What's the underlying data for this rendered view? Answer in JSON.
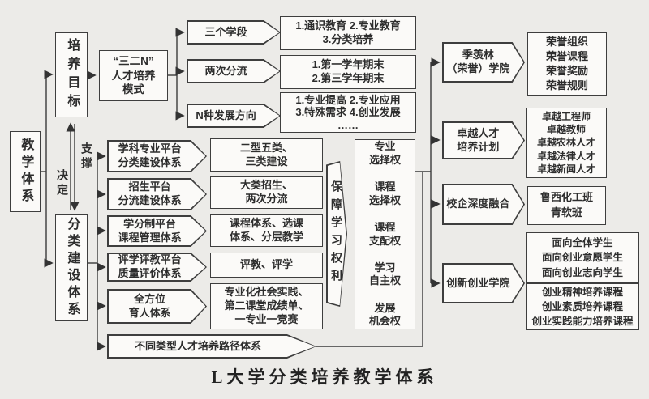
{
  "caption": "L大学分类培养教学体系",
  "colors": {
    "border": "#3e3e3e",
    "background": "#ecebe8",
    "node_fill": "#fbfaf8"
  },
  "root": {
    "label": "教学体系"
  },
  "left": {
    "goal": "培养目标",
    "class_system": "分类建设体系",
    "support_label": "支撑",
    "determine_label": "决定"
  },
  "top": {
    "mode": "“三二N”\n人才培养\n模式",
    "branches": [
      {
        "label": "三个学段",
        "detail": "1.通识教育  2.专业教育\n3.分类培养"
      },
      {
        "label": "两次分流",
        "detail": "1.第一学年期末\n2.第三学年期末"
      },
      {
        "label": "N种发展方向",
        "detail": "1.专业提高  2.专业应用\n3.特殊需求  4.创业发展\n……"
      }
    ]
  },
  "middle": {
    "platforms": [
      {
        "label": "学科专业平台\n分类建设体系",
        "detail": "二型五类、\n三类建设"
      },
      {
        "label": "招生平台\n分流建设体系",
        "detail": "大类招生、\n两次分流"
      },
      {
        "label": "学分制平台\n课程管理体系",
        "detail": "课程体系、选课\n体系、分层教学"
      },
      {
        "label": "评学评教平台\n质量评价体系",
        "detail": "评教、评学"
      },
      {
        "label": "全方位\n育人体系",
        "detail": "专业化社会实践、\n第二课堂成绩单、\n一专业一竞赛"
      }
    ],
    "path_label": "不同类型人才培养路径体系",
    "rights_banner": "保障学习权利",
    "rights_list": "专业\n选择权\n\n课程\n选择权\n\n课程\n支配权\n\n学习\n自主权\n\n发展\n机会权"
  },
  "right": {
    "programs": [
      {
        "label": "季羡林\n（荣誉）学院",
        "detail": "荣誉组织\n荣誉课程\n荣誉奖励\n荣誉规则"
      },
      {
        "label": "卓越人才\n培养计划",
        "detail": "卓越工程师\n卓越教师\n卓越农林人才\n卓越法律人才\n卓越新闻人才"
      },
      {
        "label": "校企深度融合",
        "detail": "鲁西化工班\n青软班"
      },
      {
        "label": "创新创业学院",
        "detail_students": "面向全体学生\n面向创业意愿学生\n面向创业志向学生",
        "detail_courses": "创业精神培养课程\n创业素质培养课程\n创业实践能力培养课程"
      }
    ]
  }
}
